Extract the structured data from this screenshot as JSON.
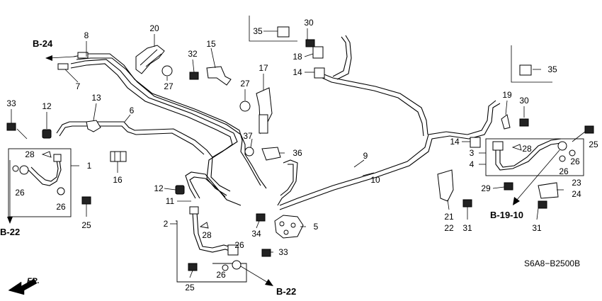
{
  "refs": {
    "b24": "B-24",
    "b22_left": "B-22",
    "b22_bottom": "B-22",
    "b1910": "B-19-10"
  },
  "fr_label": "FR.",
  "diagram_code": "S6A8−B2500B",
  "callouts": {
    "c1": "1",
    "c2": "2",
    "c3": "3",
    "c4": "4",
    "c5": "5",
    "c6": "6",
    "c7": "7",
    "c8": "8",
    "c9": "9",
    "c10": "10",
    "c11": "11",
    "c12a": "12",
    "c12b": "12",
    "c13": "13",
    "c14a": "14",
    "c14b": "14",
    "c15": "15",
    "c16": "16",
    "c17": "17",
    "c18": "18",
    "c19": "19",
    "c20": "20",
    "c21": "21",
    "c22": "22",
    "c23": "23",
    "c24": "24",
    "c25a": "25",
    "c25b": "25",
    "c25c": "25",
    "c26a": "26",
    "c26b": "26",
    "c26c": "26",
    "c26d": "26",
    "c26e": "26",
    "c26f": "26",
    "c27a": "27",
    "c27b": "27",
    "c28a": "28",
    "c28b": "28",
    "c28c": "28",
    "c29": "29",
    "c30a": "30",
    "c30b": "30",
    "c31a": "31",
    "c31b": "31",
    "c32": "32",
    "c33a": "33",
    "c33b": "33",
    "c34": "34",
    "c35a": "35",
    "c35b": "35",
    "c36": "36",
    "c37": "37"
  }
}
